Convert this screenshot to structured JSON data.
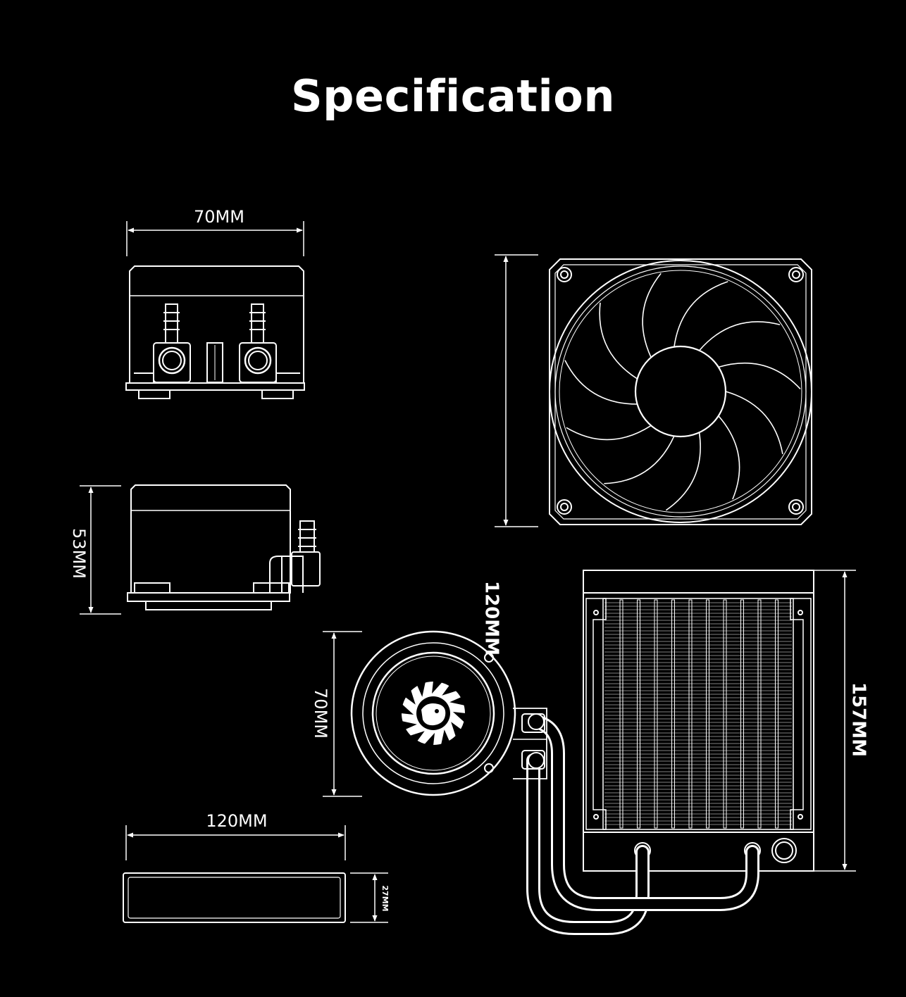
{
  "title": "Specification",
  "labels": {
    "pump_top_width": "70MM",
    "pump_side_height": "53MM",
    "fan_height": "120MM",
    "pump_round_diameter": "70MM",
    "radiator_height": "157MM",
    "radiator_side_width": "120MM",
    "radiator_side_thickness": "27MM"
  },
  "colors": {
    "background": "#000000",
    "line": "#ffffff"
  }
}
